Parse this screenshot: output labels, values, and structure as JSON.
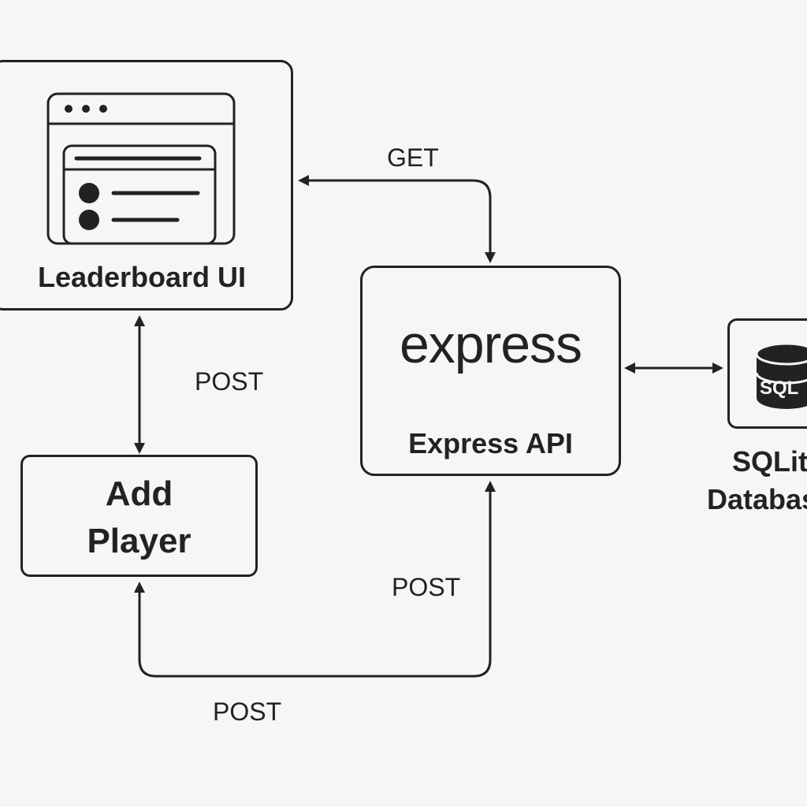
{
  "nodes": {
    "leaderboard": {
      "label": "Leaderboard UI"
    },
    "add_player": {
      "label_line1": "Add",
      "label_line2": "Player"
    },
    "express": {
      "logo_text": "express",
      "label": "Express API"
    },
    "database": {
      "icon_text": "SQL",
      "label_line1": "SQLite",
      "label_line2": "Database"
    }
  },
  "edges": {
    "get": "GET",
    "post_left": "POST",
    "post_right": "POST",
    "post_bottom": "POST"
  },
  "colors": {
    "stroke": "#222222",
    "background": "#f6f6f5"
  }
}
